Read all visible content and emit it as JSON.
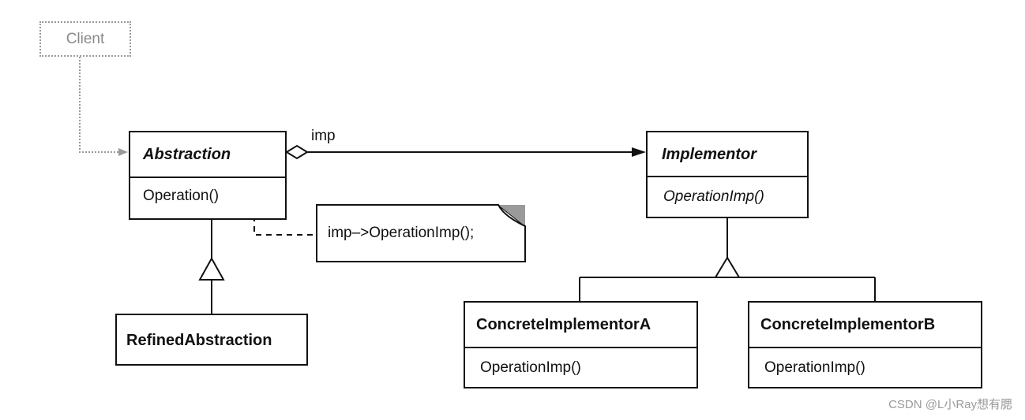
{
  "client": {
    "label": "Client"
  },
  "abstraction": {
    "name": "Abstraction",
    "operation": "Operation()"
  },
  "refined_abstraction": {
    "name": "RefinedAbstraction"
  },
  "implementor": {
    "name": "Implementor",
    "operation": "OperationImp()"
  },
  "concrete_a": {
    "name": "ConcreteImplementorA",
    "operation": "OperationImp()"
  },
  "concrete_b": {
    "name": "ConcreteImplementorB",
    "operation": "OperationImp()"
  },
  "association": {
    "label": "imp"
  },
  "note": {
    "text": "imp–>OperationImp();"
  },
  "watermark": {
    "text": "CSDN @L小Ray想有腮"
  },
  "colors": {
    "line": "#111111",
    "client_gray": "#8a8a8a",
    "note_corner": "#9a9a9a"
  }
}
